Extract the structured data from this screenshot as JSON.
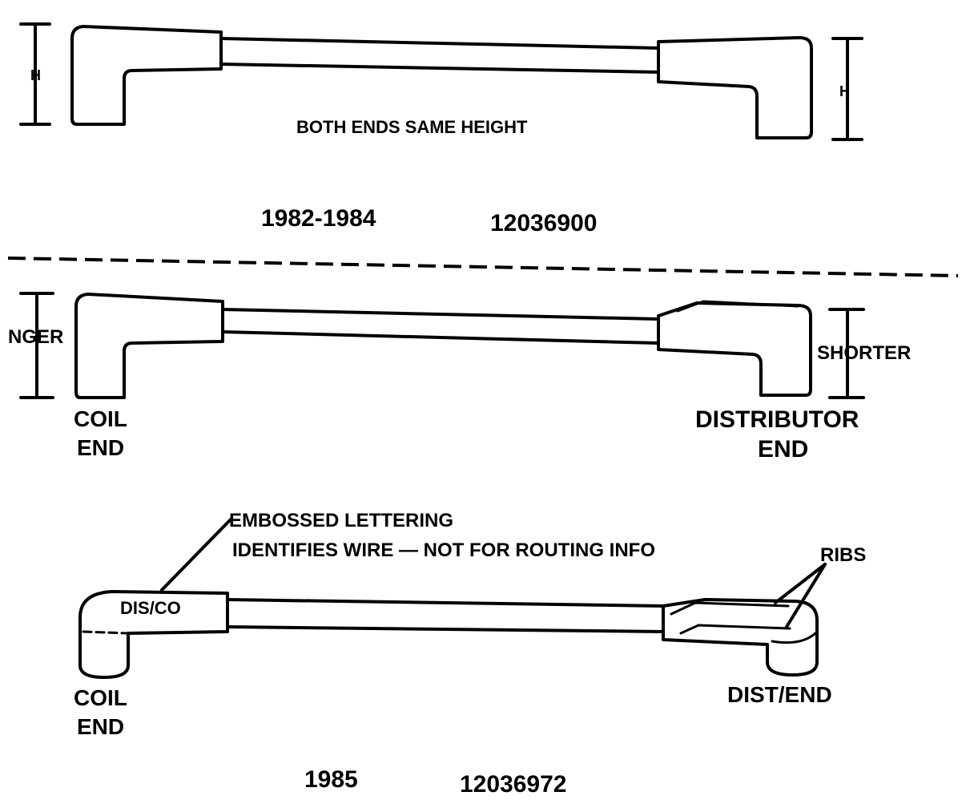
{
  "section_1982": {
    "h_label_left": "H",
    "h_label_right": "H",
    "caption": "BOTH ENDS SAME HEIGHT",
    "years": "1982-1984",
    "part_number": "12036900"
  },
  "section_middle": {
    "left_height_label": "NGER",
    "right_height_label": "SHORTER",
    "coil_end_line1": "COIL",
    "coil_end_line2": "END",
    "dist_end_line1": "DISTRIBUTOR",
    "dist_end_line2": "END"
  },
  "section_1985": {
    "embossed_line1": "EMBOSSED LETTERING",
    "embossed_line2": "IDENTIFIES WIRE — NOT FOR ROUTING INFO",
    "boot_text": "DIS/CO",
    "ribs_label": "RIBS",
    "coil_end_line1": "COIL",
    "coil_end_line2": "END",
    "dist_end_label": "DIST/END",
    "year": "1985",
    "part_number": "12036972"
  }
}
